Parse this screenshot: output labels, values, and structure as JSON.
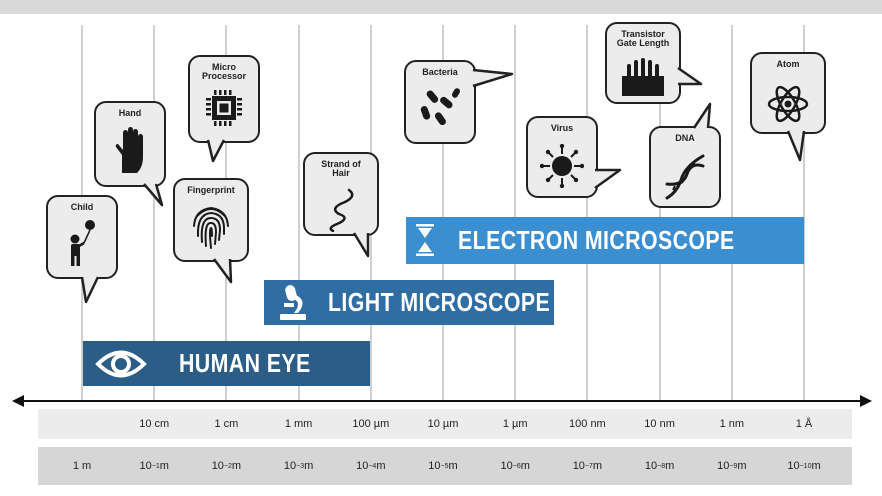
{
  "bubbles": {
    "child": "Child",
    "hand": "Hand",
    "microprocessor_1": "Micro",
    "microprocessor_2": "Processor",
    "fingerprint": "Fingerprint",
    "hair_1": "Strand of",
    "hair_2": "Hair",
    "bacteria": "Bacteria",
    "virus": "Virus",
    "transistor_1": "Transistor",
    "transistor_2": "Gate Length",
    "dna": "DNA",
    "atom": "Atom"
  },
  "bands": {
    "human_eye": "HUMAN EYE",
    "light_microscope": "LIGHT MICROSCOPE",
    "electron_microscope": "ELECTRON MICROSCOPE"
  },
  "scale_top": [
    "10 cm",
    "1 cm",
    "1 mm",
    "100 µm",
    "10 µm",
    "1 µm",
    "100 nm",
    "10 nm",
    "1 nm",
    "1 Å"
  ],
  "scale_bottom": [
    {
      "base": "1 m",
      "exp": "",
      "unit": ""
    },
    {
      "base": "10",
      "exp": "−1",
      "unit": " m"
    },
    {
      "base": "10",
      "exp": "−2",
      "unit": " m"
    },
    {
      "base": "10",
      "exp": "−3",
      "unit": " m"
    },
    {
      "base": "10",
      "exp": "−4",
      "unit": " m"
    },
    {
      "base": "10",
      "exp": "−5",
      "unit": " m"
    },
    {
      "base": "10",
      "exp": "−6",
      "unit": " m"
    },
    {
      "base": "10",
      "exp": "−7",
      "unit": " m"
    },
    {
      "base": "10",
      "exp": "−8",
      "unit": " m"
    },
    {
      "base": "10",
      "exp": "−9",
      "unit": " m"
    },
    {
      "base": "10",
      "exp": "−10",
      "unit": " m"
    }
  ],
  "colors": {
    "human_eye_band": "#2c5d86",
    "light_band": "#2f6da3",
    "electron_band": "#3b8fd0",
    "icon": "#1a1a1a"
  }
}
